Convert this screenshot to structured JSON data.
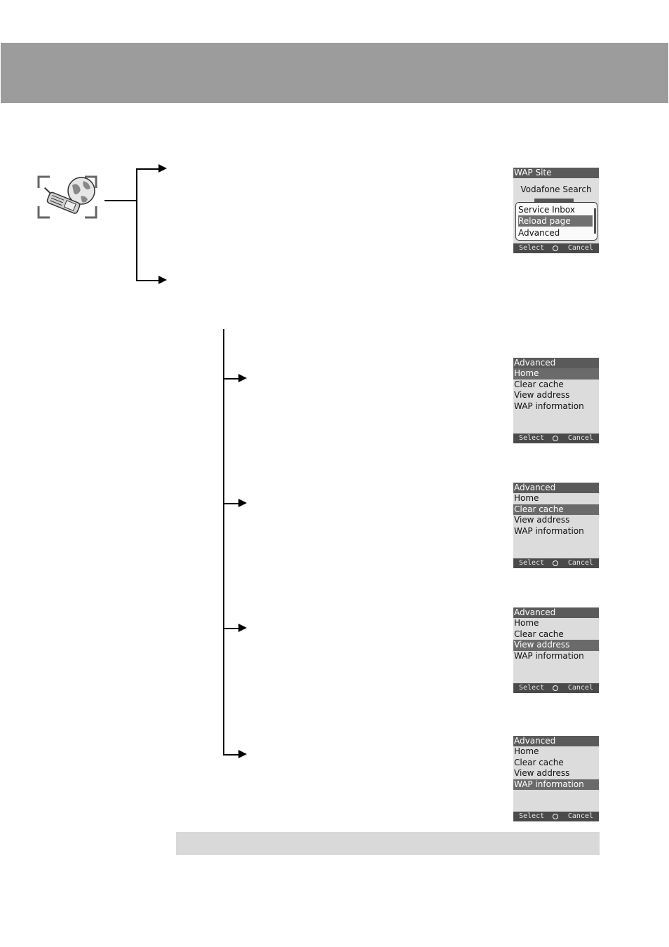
{
  "wap_site_screen": {
    "title": "WAP Site",
    "page_title": "Vodafone Search",
    "options": [
      {
        "label": "Service Inbox",
        "selected": false
      },
      {
        "label": "Reload page",
        "selected": true
      },
      {
        "label": "Advanced",
        "selected": false
      }
    ],
    "softkeys": {
      "left": "Select",
      "right": "Cancel"
    }
  },
  "advanced_screens": [
    {
      "title": "Advanced",
      "items": [
        "Home",
        "Clear cache",
        "View address",
        "WAP information"
      ],
      "selected_index": 0,
      "softkeys": {
        "left": "Select",
        "right": "Cancel"
      }
    },
    {
      "title": "Advanced",
      "items": [
        "Home",
        "Clear cache",
        "View address",
        "WAP information"
      ],
      "selected_index": 1,
      "softkeys": {
        "left": "Select",
        "right": "Cancel"
      }
    },
    {
      "title": "Advanced",
      "items": [
        "Home",
        "Clear cache",
        "View address",
        "WAP information"
      ],
      "selected_index": 2,
      "softkeys": {
        "left": "Select",
        "right": "Cancel"
      }
    },
    {
      "title": "Advanced",
      "items": [
        "Home",
        "Clear cache",
        "View address",
        "WAP information"
      ],
      "selected_index": 3,
      "softkeys": {
        "left": "Select",
        "right": "Cancel"
      }
    }
  ],
  "colors": {
    "header_band": "#9c9c9c",
    "footer_band": "#d9d9d9",
    "screen_bg": "#dcdcdc",
    "title_bar": "#5a5a5a",
    "selection": "#6a6a6a"
  },
  "icons": {
    "section_icon": "wap-browser-icon"
  }
}
